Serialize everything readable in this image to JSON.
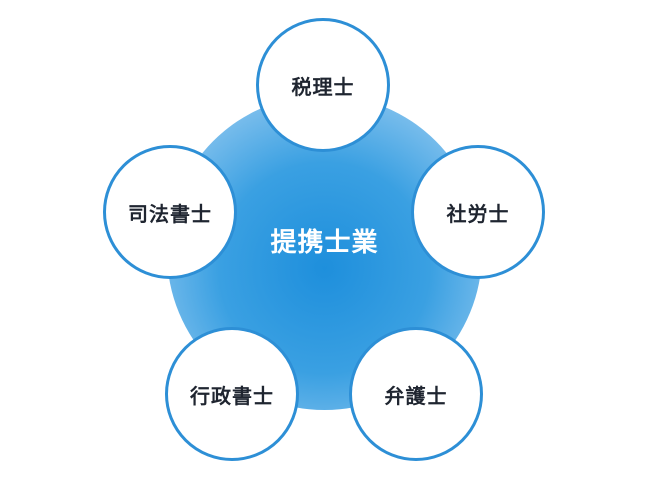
{
  "diagram": {
    "center": {
      "label": "提携士業",
      "color": "#2a95dd"
    },
    "nodes": [
      {
        "label": "税理士"
      },
      {
        "label": "社労士"
      },
      {
        "label": "弁護士"
      },
      {
        "label": "行政書士"
      },
      {
        "label": "司法書士"
      }
    ],
    "border_color": "#2d8fd6"
  }
}
